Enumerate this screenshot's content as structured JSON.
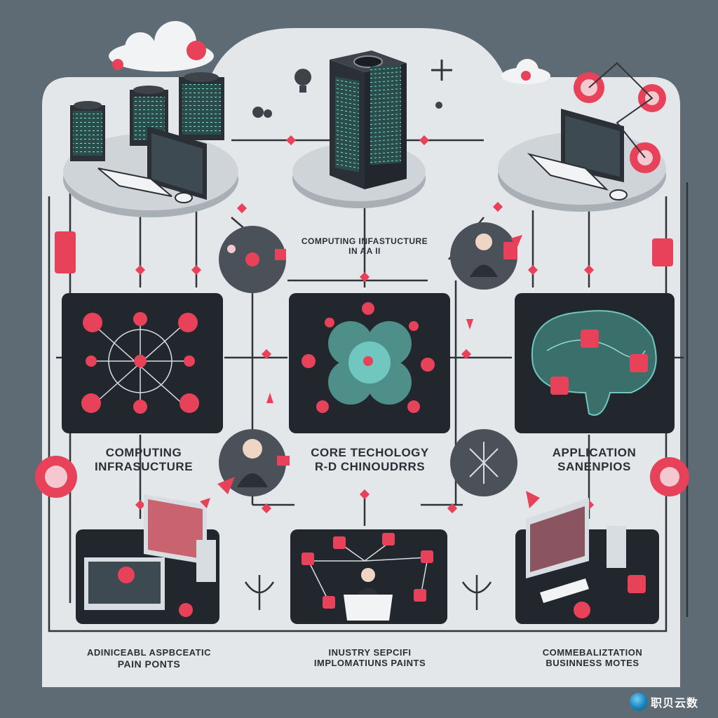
{
  "colors": {
    "page_bg": "#5f6b74",
    "canvas_bg": "#e4e7ea",
    "panel_dark": "#22272d",
    "accent_red": "#e8415a",
    "teal": "#6fc7c0",
    "line": "#2f3439"
  },
  "diagram": {
    "center_caption": {
      "line1": "COMPUTING INFASTUCTURE",
      "line2": "IN AA II"
    },
    "panel_labels": {
      "left": {
        "line1": "COMPUTING",
        "line2": "INFRASUCTURE"
      },
      "center": {
        "line1": "CORE TECHOLOGY",
        "line2": "R-D CHINOUDRRS"
      },
      "right": {
        "line1": "APPLICATION",
        "line2": "SANENPIOS"
      }
    },
    "bottom_labels": {
      "left": {
        "line1": "ADINICEABL ASPBCEATIC",
        "line2": "PAIN PONTS"
      },
      "center": {
        "line1": "INUSTRY SEPCIFI",
        "line2": "IMPLOMATIUNS PAINTS"
      },
      "right": {
        "line1": "COMMEBALIZTATION",
        "line2": "BUSINNESS MOTES"
      }
    }
  },
  "watermark": {
    "text": "职贝云数"
  },
  "icons": [
    "server-rack-icon",
    "monitor-icon",
    "keyboard-icon",
    "mouse-icon",
    "network-graph-icon",
    "chip-mesh-icon",
    "brain-icon",
    "person-icon",
    "gear-icon",
    "lightbulb-icon",
    "cloud-icon",
    "desktop-computer-icon"
  ]
}
